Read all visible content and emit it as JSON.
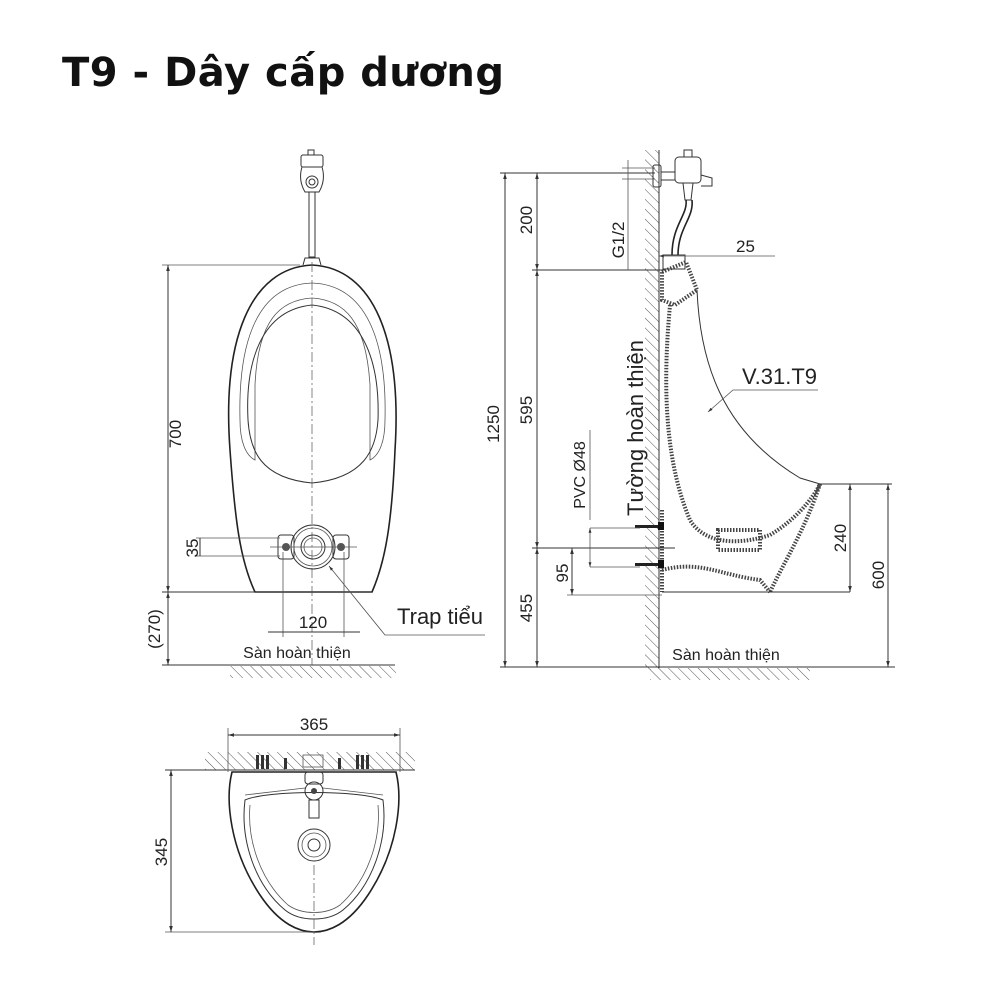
{
  "title": "T9 - Dây cấp dương",
  "front_view": {
    "dimensions": {
      "height": "700",
      "floor_gap": "(270)",
      "outlet_offset": "35",
      "outlet_width": "120"
    },
    "labels": {
      "trap": "Trap tiểu",
      "floor": "Sàn hoàn thiện"
    }
  },
  "side_view": {
    "dimensions": {
      "total_height": "1250",
      "valve_to_top": "200",
      "body_upper": "595",
      "bottom_to_floor": "455",
      "pipe_spacing": "95",
      "lip_depth": "240",
      "lip_height": "600",
      "inlet_offset": "25",
      "thread": "G1/2"
    },
    "labels": {
      "model": "V.31.T9",
      "wall": "Tường hoàn thiện",
      "pipe": "PVC Ø48",
      "floor": "Sàn hoàn thiện"
    }
  },
  "top_view": {
    "dimensions": {
      "width": "365",
      "depth": "345"
    }
  }
}
